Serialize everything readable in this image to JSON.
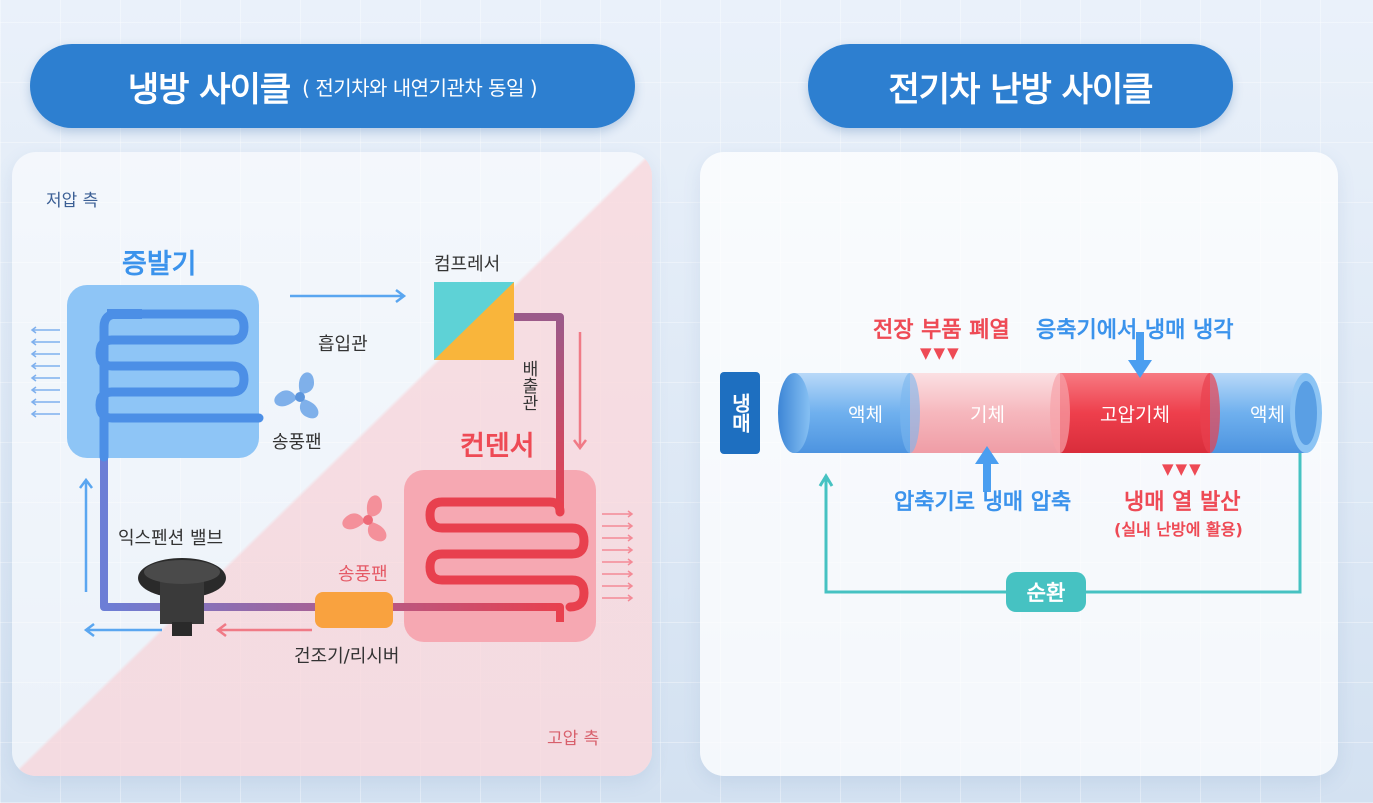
{
  "cooling": {
    "title": "냉방 사이클",
    "subtitle": "( 전기차와 내연기관차 동일 )",
    "low_side": "저압 측",
    "high_side": "고압 측",
    "evaporator": "증발기",
    "compressor": "컴프레서",
    "suction_pipe": "흡입관",
    "discharge_pipe": "배출관",
    "condenser": "컨덴서",
    "fan_left": "송풍팬",
    "fan_right": "송풍팬",
    "expansion_valve": "익스펜션 밸브",
    "dryer": "건조기/리시버"
  },
  "heating": {
    "title": "전기차 난방 사이클",
    "refrigerant": "냉매",
    "seg_liquid_1": "액체",
    "seg_gas": "기체",
    "seg_hp_gas": "고압기체",
    "seg_liquid_2": "액체",
    "waste_heat": "전장 부품 폐열",
    "condenser_cool": "응축기에서 냉매 냉각",
    "compress": "압축기로 냉매 압축",
    "heat_release": "냉매 열 발산",
    "heat_release_sub": "(실내 난방에 활용)",
    "circulation": "순환",
    "arrows": "▼▼▼"
  },
  "colors": {
    "title_blue": "#2d7fd0",
    "accent_blue": "#4a9ef0",
    "accent_red": "#ee4a55",
    "cycle_teal": "#3fc4c4",
    "dark_navy": "#1e6fc0"
  }
}
